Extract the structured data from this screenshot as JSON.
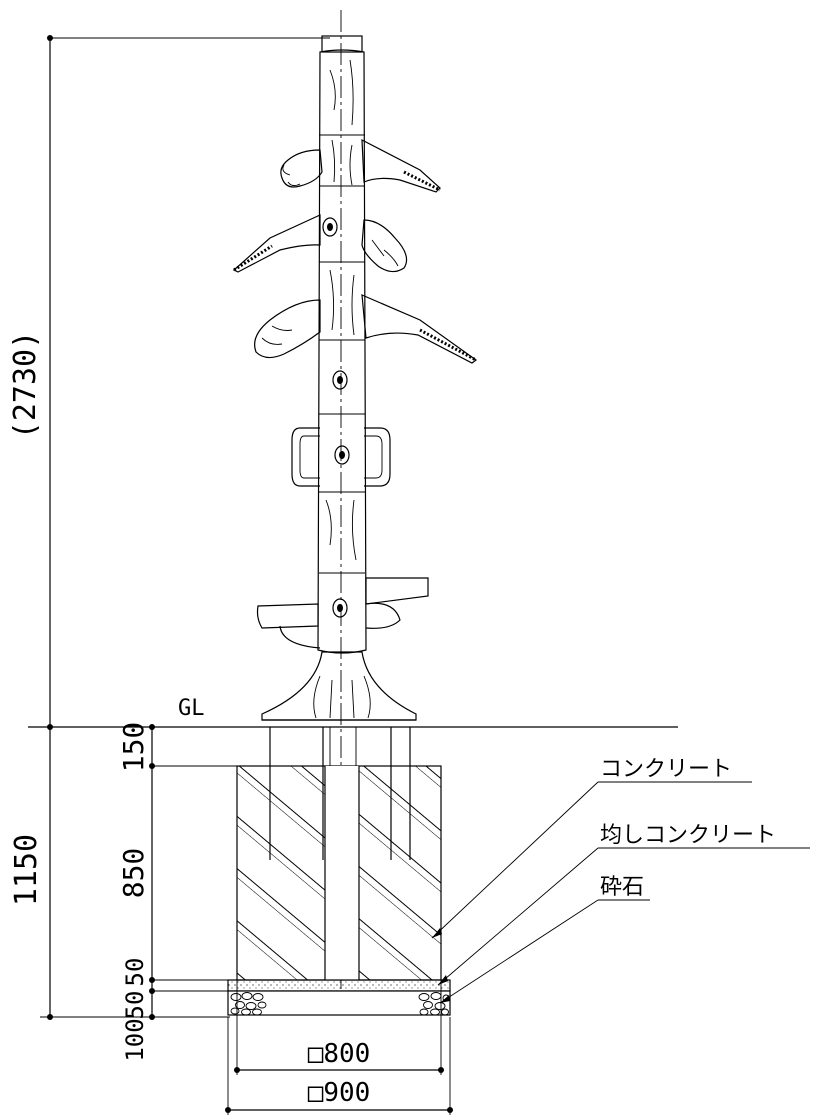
{
  "dimensions": {
    "total_height": "(2730)",
    "foundation_depth": "1150",
    "segments": [
      "150",
      "850",
      "50",
      "50",
      "100"
    ],
    "width_inner": "□800",
    "width_outer": "□900"
  },
  "labels": {
    "ground_line": "GL",
    "concrete": "コンクリート",
    "leveling_concrete": "均しコンクリート",
    "gravel": "砕石"
  }
}
